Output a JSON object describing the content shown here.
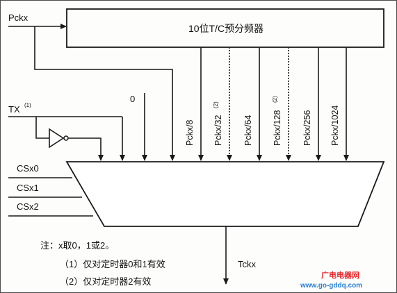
{
  "prescaler": {
    "title": "10位T/C预分频器"
  },
  "inputs": {
    "pck": "Pckx",
    "tx": "TX",
    "tx_note": "(1)",
    "zero": "0",
    "cs0": "CSx0",
    "cs1": "CSx1",
    "cs2": "CSx2"
  },
  "taps": [
    {
      "label": "Pckx/8",
      "note": ""
    },
    {
      "label": "Pckx/32",
      "note": "(2)"
    },
    {
      "label": "Pckx/64",
      "note": ""
    },
    {
      "label": "Pckx/128",
      "note": "(2)"
    },
    {
      "label": "Pckx/256",
      "note": ""
    },
    {
      "label": "Pckx/1024",
      "note": ""
    }
  ],
  "output": {
    "label": "Tckx"
  },
  "notes": {
    "line1": "注：x取0，1或2。",
    "line2": "（1）仅对定时器0和1有效",
    "line3": "（2）仅对定时器2有效"
  },
  "watermark": {
    "site_name": "广电电器网",
    "url": "www.go-gddq.com"
  },
  "colors": {
    "line": "#1a1a1a",
    "wm_red": "#e8262b",
    "wm_blue": "#2a7fd4"
  }
}
